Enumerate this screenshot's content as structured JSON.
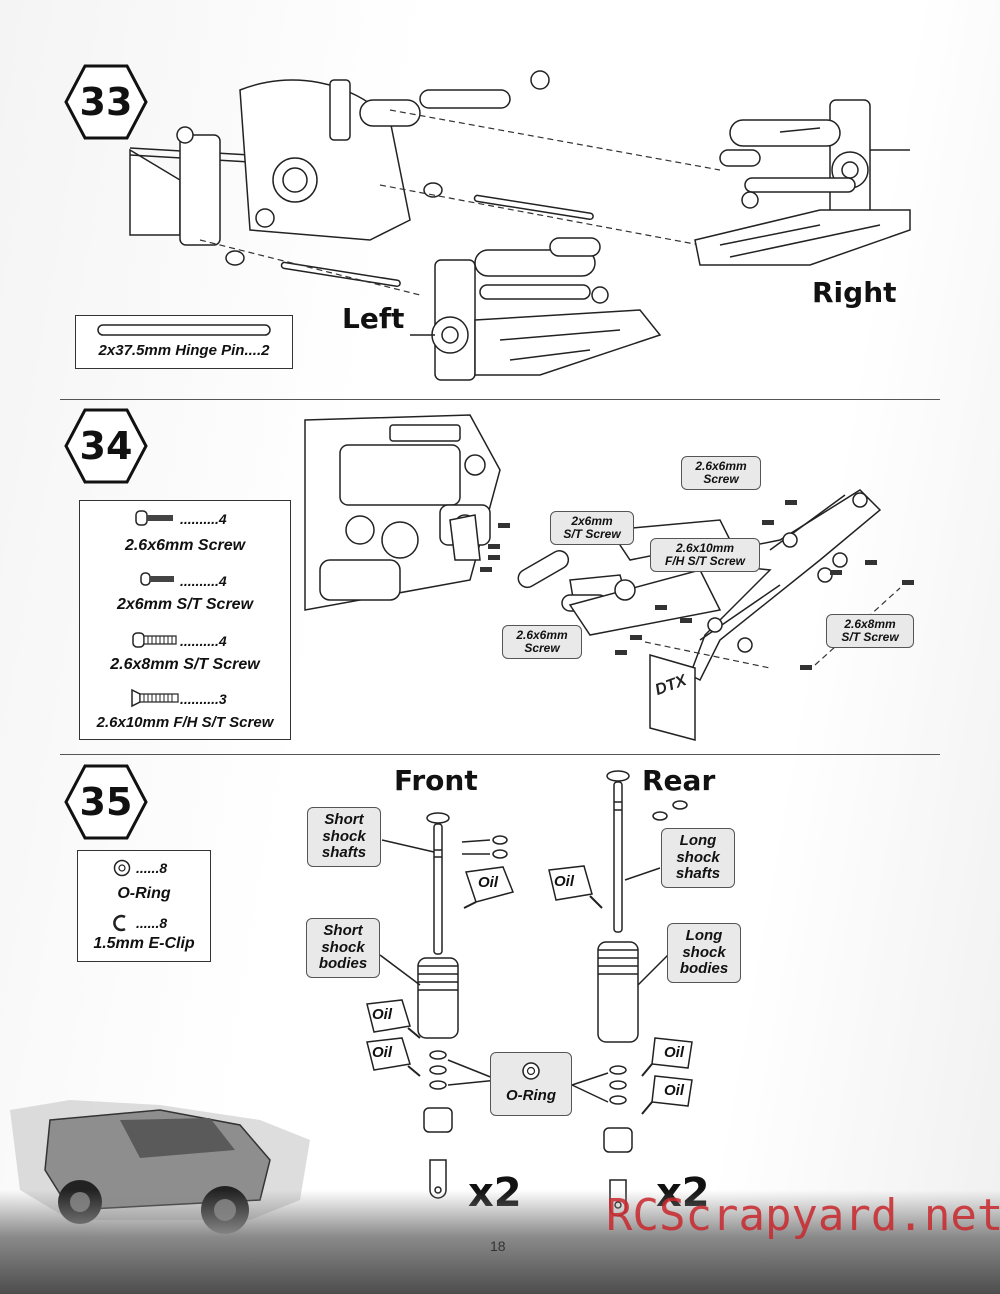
{
  "step33": {
    "number": "33",
    "part_label": "2x37.5mm Hinge Pin....2",
    "label_left": "Left",
    "label_right": "Right"
  },
  "step34": {
    "number": "34",
    "parts": [
      {
        "qty": "..........4",
        "name": "2.6x6mm Screw"
      },
      {
        "qty": "..........4",
        "name": "2x6mm S/T Screw"
      },
      {
        "qty": "..........4",
        "name": "2.6x8mm S/T Screw"
      },
      {
        "qty": "..........3",
        "name": "2.6x10mm F/H S/T Screw"
      }
    ],
    "callouts": {
      "top": "2.6x6mm\nScrew",
      "st2x6": "2x6mm\nS/T Screw",
      "fh": "2.6x10mm\nF/H S/T Screw",
      "left": "2.6x6mm\nScrew",
      "right": "2.6x8mm\nS/T Screw"
    },
    "mudflap_text": "DTX"
  },
  "step35": {
    "number": "35",
    "parts": [
      {
        "qty": "......8",
        "name": "O-Ring"
      },
      {
        "qty": "......8",
        "name": "1.5mm E-Clip"
      }
    ],
    "front_label": "Front",
    "rear_label": "Rear",
    "short_shafts": "Short\nshock\nshafts",
    "long_shafts": "Long\nshock\nshafts",
    "short_bodies": "Short\nshock\nbodies",
    "long_bodies": "Long\nshock\nbodies",
    "oring_label": "O-Ring",
    "oil_label": "Oil",
    "qty_front": "x2",
    "qty_rear": "x2"
  },
  "page_number": "18",
  "watermark": "RCScrapyard.net",
  "colors": {
    "watermark": "#c8282d",
    "callout_bg": "#e9e9e9"
  }
}
